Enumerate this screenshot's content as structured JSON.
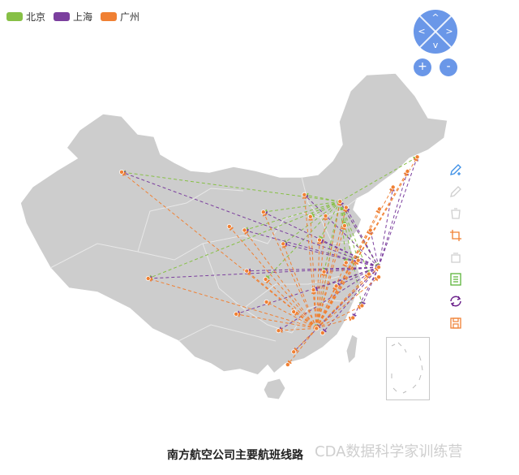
{
  "title": "南方航空公司主要航班线路",
  "watermark": "CDA数据科学家训练营",
  "legend": [
    {
      "name": "北京",
      "color": "#87c046"
    },
    {
      "name": "上海",
      "color": "#7b3f9e"
    },
    {
      "name": "广州",
      "color": "#f08033"
    }
  ],
  "navigation": {
    "up": "^",
    "down": "v",
    "left": "<",
    "right": ">"
  },
  "zoom": {
    "in": "+",
    "out": "-"
  },
  "toolbox": [
    {
      "icon": "mark-pen-icon",
      "color": "#3a8ee6"
    },
    {
      "icon": "mark-undo-icon",
      "color": "#cfcfcf"
    },
    {
      "icon": "mark-clear-icon",
      "color": "#cfcfcf"
    },
    {
      "icon": "data-zoom-icon",
      "color": "#f08033"
    },
    {
      "icon": "data-zoom-reset-icon",
      "color": "#cfcfcf"
    },
    {
      "icon": "data-view-icon",
      "color": "#5ab338"
    },
    {
      "icon": "restore-icon",
      "color": "#6a1f8a"
    },
    {
      "icon": "save-image-icon",
      "color": "#f08033"
    }
  ],
  "colors": {
    "map_fill": "#cdcdcd",
    "map_border": "#ffffff",
    "nav_blue": "#6a97e8"
  },
  "routes": {
    "北京": {
      "hub": [
        116.4,
        39.9
      ],
      "destinations": [
        [
          87.6,
          43.8
        ],
        [
          91.1,
          29.7
        ],
        [
          103.8,
          36.1
        ],
        [
          106.3,
          38.5
        ],
        [
          111.7,
          40.8
        ],
        [
          126.6,
          45.8
        ],
        [
          108.9,
          34.3
        ],
        [
          114.3,
          30.6
        ],
        [
          113.3,
          23.1
        ],
        [
          121.5,
          31.2
        ],
        [
          120.2,
          30.3
        ],
        [
          118.8,
          32.1
        ],
        [
          117.2,
          31.8
        ],
        [
          113.7,
          34.8
        ],
        [
          117.0,
          36.7
        ],
        [
          112.5,
          37.9
        ],
        [
          119.3,
          26.1
        ],
        [
          106.6,
          29.6
        ]
      ]
    },
    "上海": {
      "hub": [
        121.5,
        31.2
      ],
      "destinations": [
        [
          87.6,
          43.8
        ],
        [
          91.1,
          29.7
        ],
        [
          102.7,
          25.0
        ],
        [
          103.8,
          36.1
        ],
        [
          106.3,
          38.5
        ],
        [
          108.9,
          34.3
        ],
        [
          104.1,
          30.7
        ],
        [
          111.7,
          40.8
        ],
        [
          116.4,
          39.9
        ],
        [
          123.4,
          41.8
        ],
        [
          125.3,
          43.9
        ],
        [
          126.6,
          45.8
        ],
        [
          120.4,
          36.1
        ],
        [
          117.2,
          39.1
        ],
        [
          113.7,
          34.8
        ],
        [
          114.3,
          30.6
        ],
        [
          112.9,
          28.2
        ],
        [
          115.9,
          28.7
        ],
        [
          113.3,
          23.1
        ],
        [
          110.3,
          20.0
        ],
        [
          108.3,
          22.8
        ],
        [
          114.1,
          22.5
        ],
        [
          119.3,
          26.1
        ],
        [
          118.1,
          24.5
        ]
      ]
    },
    "广州": {
      "hub": [
        113.3,
        23.1
      ],
      "destinations": [
        [
          87.6,
          43.8
        ],
        [
          91.1,
          29.7
        ],
        [
          101.8,
          36.6
        ],
        [
          103.8,
          36.1
        ],
        [
          106.3,
          38.5
        ],
        [
          108.9,
          34.3
        ],
        [
          104.1,
          30.7
        ],
        [
          106.6,
          29.6
        ],
        [
          106.7,
          26.6
        ],
        [
          102.7,
          25.0
        ],
        [
          111.7,
          40.8
        ],
        [
          116.4,
          39.9
        ],
        [
          117.2,
          39.1
        ],
        [
          123.4,
          41.8
        ],
        [
          125.3,
          43.9
        ],
        [
          126.6,
          45.8
        ],
        [
          121.6,
          38.9
        ],
        [
          120.4,
          36.1
        ],
        [
          117.0,
          36.7
        ],
        [
          112.5,
          37.9
        ],
        [
          114.5,
          38.0
        ],
        [
          113.7,
          34.8
        ],
        [
          114.3,
          30.6
        ],
        [
          112.9,
          28.2
        ],
        [
          115.9,
          28.7
        ],
        [
          117.2,
          31.8
        ],
        [
          118.8,
          32.1
        ],
        [
          120.2,
          30.3
        ],
        [
          121.5,
          31.2
        ],
        [
          121.5,
          29.9
        ],
        [
          119.3,
          26.1
        ],
        [
          118.1,
          24.5
        ],
        [
          110.3,
          20.0
        ],
        [
          109.5,
          18.3
        ],
        [
          108.3,
          22.8
        ],
        [
          110.3,
          25.3
        ]
      ]
    }
  }
}
